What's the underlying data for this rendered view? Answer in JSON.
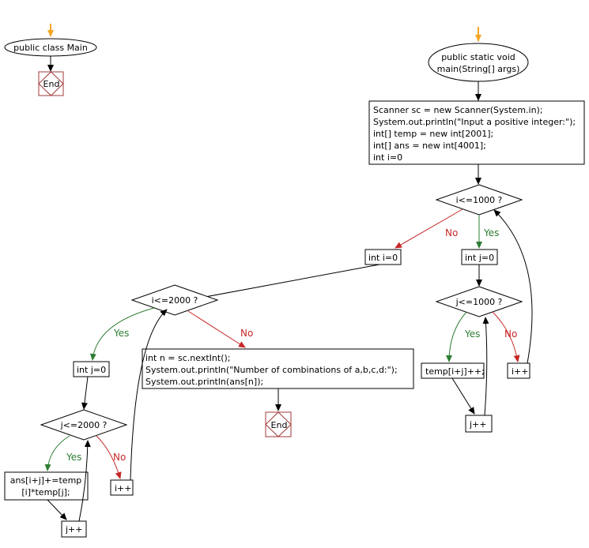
{
  "colors": {
    "entry_arrow": "#f5a623",
    "yes_edge": "#2e7d32",
    "no_edge": "#c62828",
    "end_border": "#a33a3a"
  },
  "class_chart": {
    "start": "public class Main",
    "end": "End"
  },
  "main_chart": {
    "start_lines": [
      "public static void",
      "main(String[] args)"
    ],
    "init_lines": [
      "Scanner sc = new Scanner(System.in);",
      "System.out.println(\"Input a positive integer:\");",
      "int[] temp = new int[2001];",
      "int[] ans = new int[4001];",
      "int i=0"
    ],
    "cond_i_1000": "i<=1000 ?",
    "init_j0_a": "int j=0",
    "cond_j_1000": "j<=1000 ?",
    "temp_update": "temp[i+j]++;",
    "j_inc_a": "j++",
    "i_inc_a": "i++",
    "init_i0": "int i=0",
    "cond_i_2000": "i<=2000 ?",
    "init_j0_b": "int j=0",
    "cond_j_2000": "j<=2000 ?",
    "ans_update_lines": [
      "ans[i+j]+=temp",
      "[i]*temp[j];"
    ],
    "j_inc_b": "j++",
    "i_inc_b": "i++",
    "output_lines": [
      "int n = sc.nextInt();",
      "System.out.println(\"Number of combinations of a,b,c,d:\");",
      "System.out.println(ans[n]);"
    ],
    "end": "End",
    "yes": "Yes",
    "no": "No"
  }
}
